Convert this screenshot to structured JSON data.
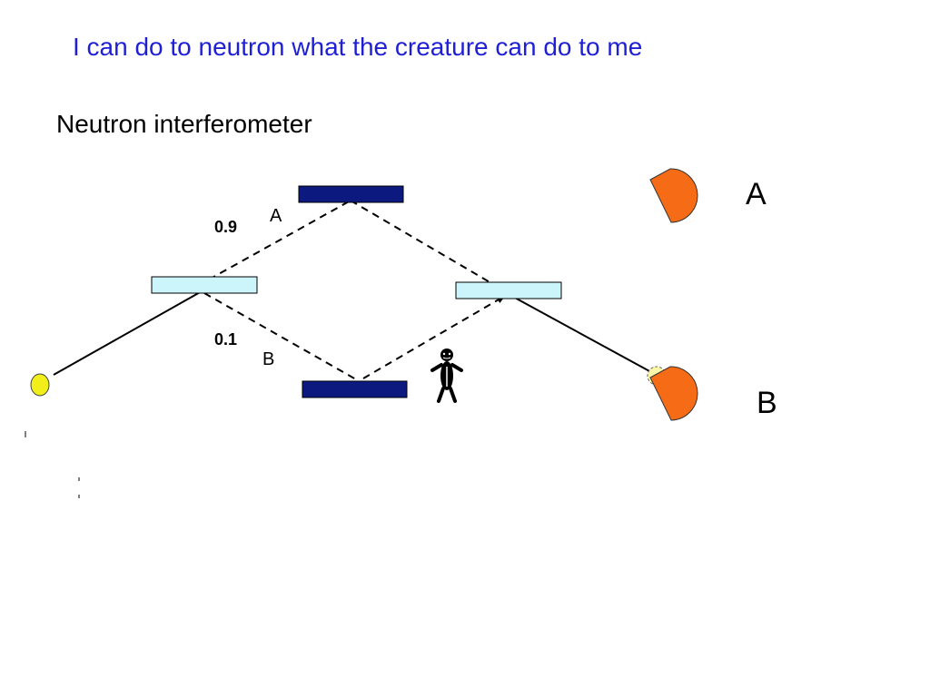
{
  "slide": {
    "title": "I can do to neutron what the creature can do to me",
    "subtitle": "Neutron interferometer"
  },
  "diagram": {
    "probability_upper": "0.9",
    "probability_lower": "0.1",
    "path_label_upper": "A",
    "path_label_lower": "B",
    "detector_label_a": "A",
    "detector_label_b": "B"
  },
  "colors": {
    "title": "#1f1fd6",
    "mirror": "#0c1a80",
    "beam_splitter": "#ccf4fb",
    "source": "#f2ee1a",
    "detector": "#f56b16",
    "neutron_ghost": "#fbf7a6"
  },
  "icons": [
    "neutron-source-icon",
    "creature-icon",
    "detector-icon"
  ]
}
